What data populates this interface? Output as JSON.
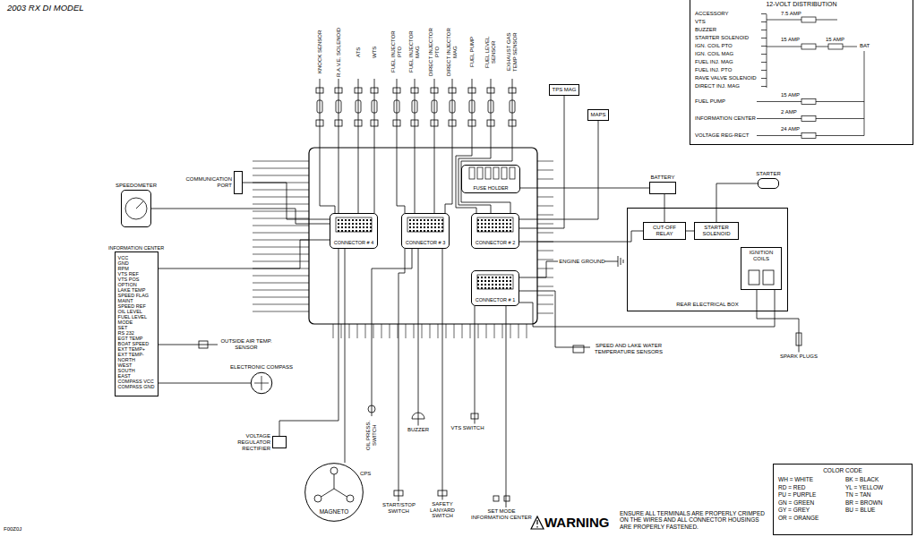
{
  "diagram": {
    "title": "2003 RX DI MODEL",
    "nodes": [
      {
        "text": [
          "KNOCK SENSOR"
        ]
      },
      {
        "text": [
          "R.A.V.E. SOLENOID"
        ]
      },
      {
        "text": [
          "ATS"
        ]
      },
      {
        "text": [
          "WTS"
        ]
      },
      {
        "text": [
          "FUEL INJECTOR PTO"
        ]
      },
      {
        "text": [
          "FUEL INJECTOR MAG"
        ]
      },
      {
        "text": [
          "DIRECT INJECTOR PTO"
        ]
      },
      {
        "text": [
          "DIRECT INJECTOR MAG"
        ]
      },
      {
        "text": [
          "FUEL PUMP"
        ]
      },
      {
        "text": [
          "FUEL LEVEL SENSOR"
        ]
      },
      {
        "text": [
          "EXHAUST GAS TEMP SENSOR"
        ]
      },
      {
        "text": [
          "TPS MAG"
        ]
      },
      {
        "text": [
          "MAPS"
        ]
      },
      {
        "text": [
          "SPEEDOMETER"
        ]
      },
      {
        "text": [
          "COMMUNICATION PORT"
        ]
      },
      {
        "text": [
          "INFORMATION CENTER",
          "VCC",
          "GND",
          "RPM",
          "VTS REF",
          "VTS POS",
          "OPTION",
          "LAKE TEMP",
          "SPEED FLAG",
          "MAINT",
          "SPEED REF",
          "OIL LEVEL",
          "FUEL LEVEL",
          "MODE",
          "SET",
          "RS 232",
          "EGT TEMP",
          "BOAT SPEED",
          "EXT TEMP+",
          "EXT TEMP-",
          "NORTH",
          "WEST",
          "SOUTH",
          "EAST",
          "COMPASS VCC",
          "COMPASS GND"
        ]
      },
      {
        "text": [
          "OUTSIDE AIR TEMP. SENSOR"
        ]
      },
      {
        "text": [
          "ELECTRONIC COMPASS"
        ]
      },
      {
        "text": [
          "VOLTAGE REGULATOR RECTIFIER"
        ]
      },
      {
        "text": [
          "MAGNETO"
        ]
      },
      {
        "text": [
          "OIL PRESS. SWITCH"
        ]
      },
      {
        "text": [
          "BUZZER"
        ]
      },
      {
        "text": [
          "START/STOP SWITCH"
        ]
      },
      {
        "text": [
          "SAFETY LANYARD SWITCH"
        ]
      },
      {
        "text": [
          "VTS SWITCH"
        ]
      },
      {
        "text": [
          "SET MODE",
          "INFORMATION CENTER"
        ]
      },
      {
        "text": [
          "SPEED AND LAKE WATER TEMPERATURE SENSORS"
        ]
      },
      {
        "text": [
          "BATTERY"
        ]
      },
      {
        "text": [
          "STARTER"
        ]
      },
      {
        "text": [
          "REAR ELECTRICAL BOX"
        ]
      },
      {
        "text": [
          "CUT-OFF RELAY"
        ],
        "in": 29
      },
      {
        "text": [
          "STARTER SOLENOID"
        ],
        "in": 29
      },
      {
        "text": [
          "IGNITION COILS"
        ],
        "in": 29
      },
      {
        "text": [
          "SPARK PLUGS"
        ]
      },
      {
        "text": [
          "ENGINE GROUND"
        ]
      },
      {
        "text": [
          "12-VOLT DISTRIBUTION"
        ]
      },
      {
        "text": [
          "CONNECTOR # 4"
        ]
      },
      {
        "text": [
          "CONNECTOR # 3"
        ]
      },
      {
        "text": [
          "CONNECTOR # 2"
        ]
      },
      {
        "text": [
          "CONNECTOR # 1"
        ]
      },
      {
        "text": [
          "FUSE HOLDER"
        ]
      },
      {
        "text": [
          "COLOR CODE",
          "WH = WHITE",
          "BK = BLACK",
          "RD = RED",
          "YL = YELLOW",
          "PU = PURPLE",
          "TN = TAN",
          "GN = GREEN",
          "BR = BROWN",
          "GY = GREY",
          "BU = BLUE",
          "OR = ORANGE"
        ]
      }
    ],
    "edges": [
      {
        "from": 0,
        "to": 36,
        "arrow": "none"
      },
      {
        "from": 1,
        "to": 36,
        "arrow": "none"
      },
      {
        "from": 2,
        "to": 36,
        "arrow": "none"
      },
      {
        "from": 3,
        "to": 36,
        "arrow": "none"
      },
      {
        "from": 4,
        "to": 37,
        "arrow": "none"
      },
      {
        "from": 5,
        "to": 37,
        "arrow": "none"
      },
      {
        "from": 6,
        "to": 37,
        "arrow": "none"
      },
      {
        "from": 7,
        "to": 37,
        "arrow": "none"
      },
      {
        "from": 8,
        "to": 38,
        "arrow": "none"
      },
      {
        "from": 9,
        "to": 38,
        "arrow": "none"
      },
      {
        "from": 10,
        "to": 38,
        "arrow": "none"
      },
      {
        "from": 11,
        "to": 38,
        "arrow": "none"
      },
      {
        "from": 12,
        "to": 38,
        "arrow": "none"
      },
      {
        "from": 13,
        "to": 36,
        "arrow": "none"
      },
      {
        "from": 14,
        "to": 36,
        "arrow": "none"
      },
      {
        "from": 15,
        "to": 36,
        "arrow": "none"
      },
      {
        "from": 16,
        "to": 15,
        "arrow": "none"
      },
      {
        "from": 17,
        "to": 15,
        "arrow": "none"
      },
      {
        "from": 18,
        "to": 36,
        "arrow": "none"
      },
      {
        "from": 19,
        "to": 36,
        "arrow": "none"
      },
      {
        "from": 20,
        "to": 37,
        "arrow": "none"
      },
      {
        "from": 21,
        "to": 37,
        "arrow": "none"
      },
      {
        "from": 22,
        "to": 37,
        "arrow": "none"
      },
      {
        "from": 23,
        "to": 37,
        "arrow": "none"
      },
      {
        "from": 24,
        "to": 39,
        "arrow": "none"
      },
      {
        "from": 25,
        "to": 39,
        "arrow": "none"
      },
      {
        "from": 26,
        "to": 39,
        "arrow": "none"
      },
      {
        "from": 27,
        "to": 30,
        "arrow": "none"
      },
      {
        "from": 28,
        "to": 31,
        "arrow": "none"
      },
      {
        "from": 30,
        "to": 38,
        "arrow": "none"
      },
      {
        "from": 30,
        "to": 31,
        "arrow": "none"
      },
      {
        "from": 32,
        "to": 33,
        "arrow": "none"
      },
      {
        "from": 32,
        "to": 39,
        "arrow": "none"
      },
      {
        "from": 34,
        "to": 39,
        "arrow": "none"
      },
      {
        "from": 40,
        "to": 27,
        "arrow": "none"
      }
    ],
    "labels": [
      "CPS",
      "F00Z0J",
      "WARNING",
      "ENSURE ALL TERMINALS ARE PROPERLY CRIMPED ON THE WIRES AND ALL CONNECTOR HOUSINGS ARE PROPERLY FASTENED.",
      "ACCESSORY",
      "VTS",
      "BUZZER",
      "STARTER SOLENOID",
      "IGN. COIL PTO",
      "IGN. COIL MAG",
      "FUEL INJ. MAG",
      "FUEL INJ. PTO",
      "RAVE VALVE SOLENOID",
      "DIRECT INJ. MAG",
      "FUEL PUMP",
      "INFORMATION CENTER",
      "VOLTAGE REG-RECT",
      "7.5 AMP",
      "15 AMP",
      "15 AMP",
      "15 AMP",
      "2 AMP",
      "24 AMP",
      "BAT"
    ]
  }
}
